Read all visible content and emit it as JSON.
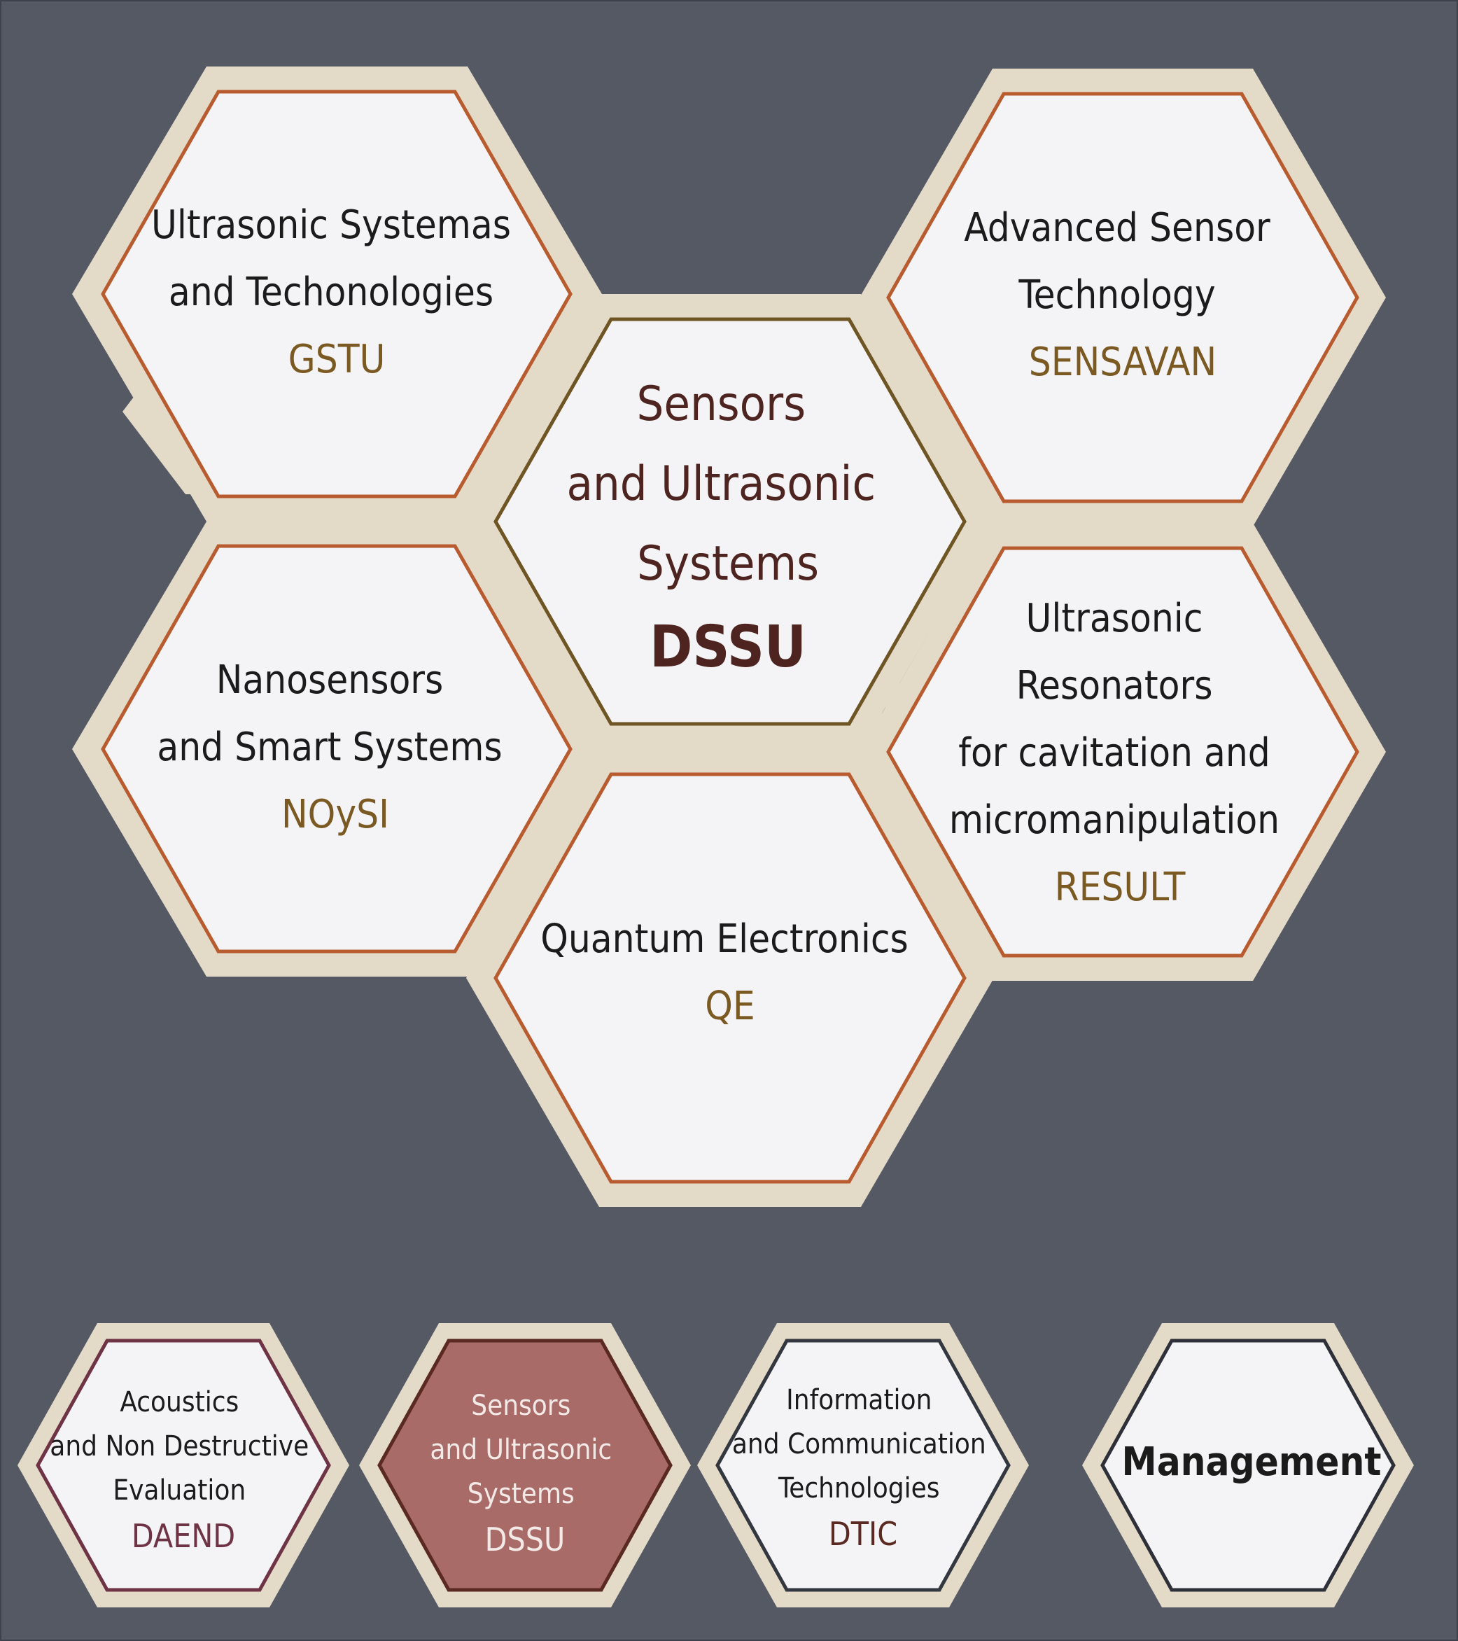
{
  "center": {
    "lines": [
      "Sensors",
      "and Ultrasonic",
      "Systems"
    ],
    "acronym": "DSSU",
    "border_color": "#6f5523"
  },
  "groups": [
    {
      "id": "gstu",
      "lines": [
        "Ultrasonic Systemas",
        "and Techonologies"
      ],
      "acronym": "GSTU"
    },
    {
      "id": "sensavan",
      "lines": [
        "Advanced Sensor",
        "Technology"
      ],
      "acronym": "SENSAVAN"
    },
    {
      "id": "noysi",
      "lines": [
        "Nanosensors",
        "and Smart Systems"
      ],
      "acronym": "NOySI"
    },
    {
      "id": "result",
      "lines": [
        "Ultrasonic",
        "Resonators",
        "for cavitation and",
        "micromanipulation"
      ],
      "acronym": "RESULT"
    },
    {
      "id": "qe",
      "lines": [
        "Quantum Electronics"
      ],
      "acronym": "QE"
    }
  ],
  "departments": [
    {
      "id": "daend",
      "lines": [
        "Acoustics",
        "and Non Destructive",
        "Evaluation"
      ],
      "acronym": "DAEND",
      "border_color": "#6e3345",
      "fill_color": "#f4f3f5"
    },
    {
      "id": "dssu",
      "lines": [
        "Sensors",
        "and Ultrasonic",
        "Systems"
      ],
      "acronym": "DSSU",
      "border_color": "#5a2a22",
      "fill_color": "#a86b67",
      "active": true
    },
    {
      "id": "dtic",
      "lines": [
        "Information",
        "and Communication",
        "Technologies"
      ],
      "acronym": "DTIC",
      "border_color": "#33373f",
      "fill_color": "#f4f3f5"
    },
    {
      "id": "management",
      "lines": [
        "Management"
      ],
      "acronym": "",
      "border_color": "#2d3038",
      "fill_color": "#f4f3f5"
    }
  ],
  "colors": {
    "background": "#545963",
    "hex_frame": "#e3dac8",
    "hex_fill": "#f4f3f5",
    "group_border": "#b85c30",
    "acronym": "#7a5a22"
  }
}
